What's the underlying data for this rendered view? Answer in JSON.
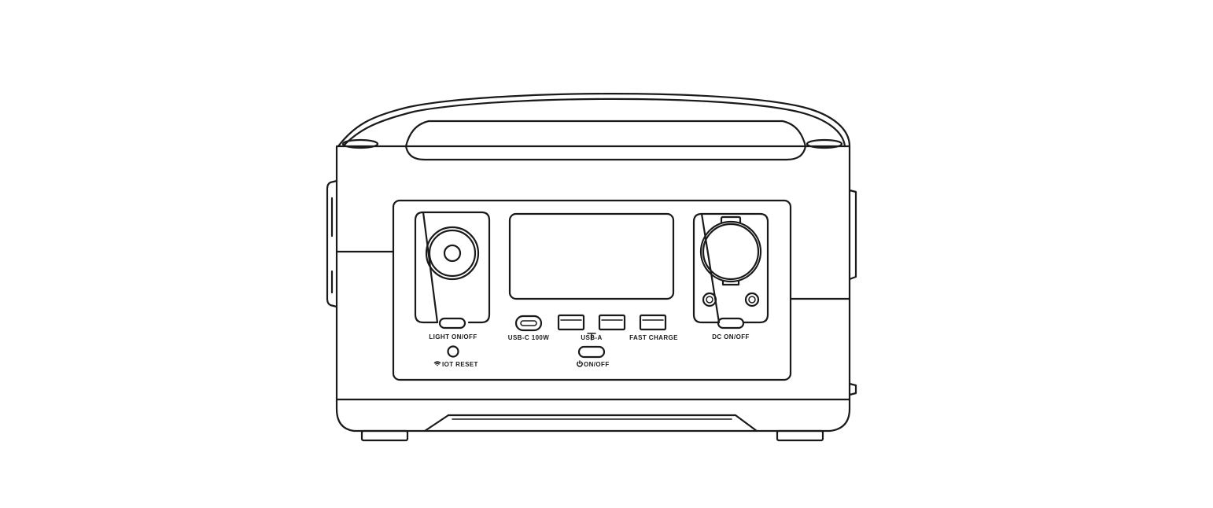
{
  "labels": {
    "light_on_off": "LIGHT ON/OFF",
    "iot_reset": "IOT RESET",
    "usb_c": "USB-C 100W",
    "usb_a": "USB-A",
    "fast_charge": "FAST CHARGE",
    "dc_on_off": "DC ON/OFF",
    "power_on_off": "ON/OFF"
  },
  "icons": {
    "iot_reset": "wifi-icon",
    "power": "power-icon"
  }
}
